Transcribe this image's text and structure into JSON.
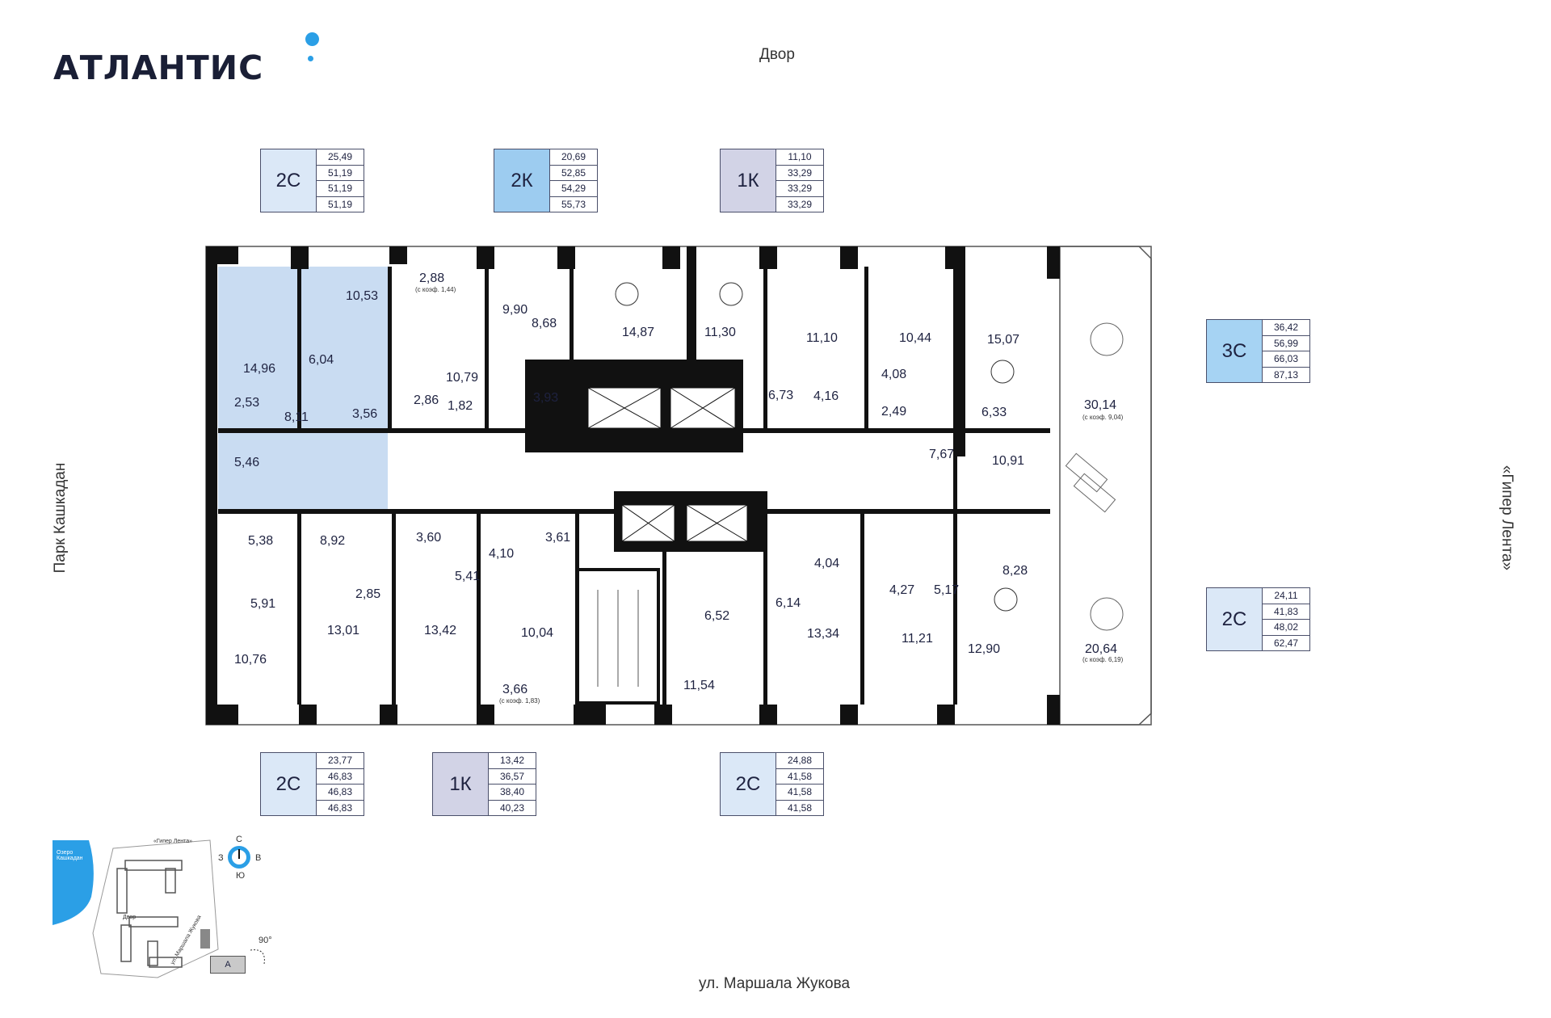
{
  "brand": {
    "name": "АТЛАНТИС"
  },
  "orientation": {
    "top": "Двор",
    "bottom": "ул. Маршала Жукова",
    "left": "Парк Кашкадан",
    "right": "«Гипер Лента»"
  },
  "apartments": [
    {
      "type": "2С",
      "areas": [
        "25,49",
        "51,19",
        "51,19",
        "51,19"
      ],
      "color": "#dbe8f7"
    },
    {
      "type": "2К",
      "areas": [
        "20,69",
        "52,85",
        "54,29",
        "55,73"
      ],
      "color": "#9dccf0"
    },
    {
      "type": "1К",
      "areas": [
        "11,10",
        "33,29",
        "33,29",
        "33,29"
      ],
      "color": "#d2d3e6"
    },
    {
      "type": "3С",
      "areas": [
        "36,42",
        "56,99",
        "66,03",
        "87,13"
      ],
      "color": "#a6d3f3"
    },
    {
      "type": "2С",
      "areas": [
        "24,11",
        "41,83",
        "48,02",
        "62,47"
      ],
      "color": "#dbe8f7"
    },
    {
      "type": "2С",
      "areas": [
        "23,77",
        "46,83",
        "46,83",
        "46,83"
      ],
      "color": "#dbe8f7"
    },
    {
      "type": "1К",
      "areas": [
        "13,42",
        "36,57",
        "38,40",
        "40,23"
      ],
      "color": "#d2d3e6"
    },
    {
      "type": "2С",
      "areas": [
        "24,88",
        "41,58",
        "41,58",
        "41,58"
      ],
      "color": "#dbe8f7"
    }
  ],
  "rooms": [
    "10,53",
    "14,96",
    "6,04",
    "8,11",
    "3,56",
    "2,53",
    "5,46",
    "2,88",
    "10,79",
    "2,86",
    "1,82",
    "9,90",
    "8,68",
    "3,93",
    "14,87",
    "11,30",
    "6,73",
    "11,10",
    "4,16",
    "10,44",
    "4,08",
    "2,49",
    "15,07",
    "6,33",
    "30,14",
    "7,67",
    "10,91",
    "5,38",
    "8,92",
    "3,60",
    "4,10",
    "3,61",
    "5,41",
    "2,85",
    "5,91",
    "13,01",
    "13,42",
    "10,04",
    "10,76",
    "3,66",
    "6,52",
    "6,14",
    "11,54",
    "4,04",
    "13,34",
    "4,27",
    "5,17",
    "11,21",
    "8,28",
    "12,90",
    "20,64"
  ],
  "notes": {
    "n288": "(с коэф. 1,44)",
    "n3014": "(с коэф. 9,04)",
    "n366": "(с коэф. 1,83)",
    "n2064": "(с коэф. 6,19)"
  },
  "minimap": {
    "lake": "Озеро Кашкадан",
    "giper": "«Гипер Лента»",
    "dvor": "Двор",
    "street": "ул. Маршала Жукова",
    "section": "А",
    "angle": "90°",
    "compass": {
      "n": "С",
      "s": "Ю",
      "w": "З",
      "e": "В"
    }
  },
  "colors": {
    "wall": "#111111",
    "highlight": "#c9dcf2",
    "accent": "#2b9fe6"
  }
}
